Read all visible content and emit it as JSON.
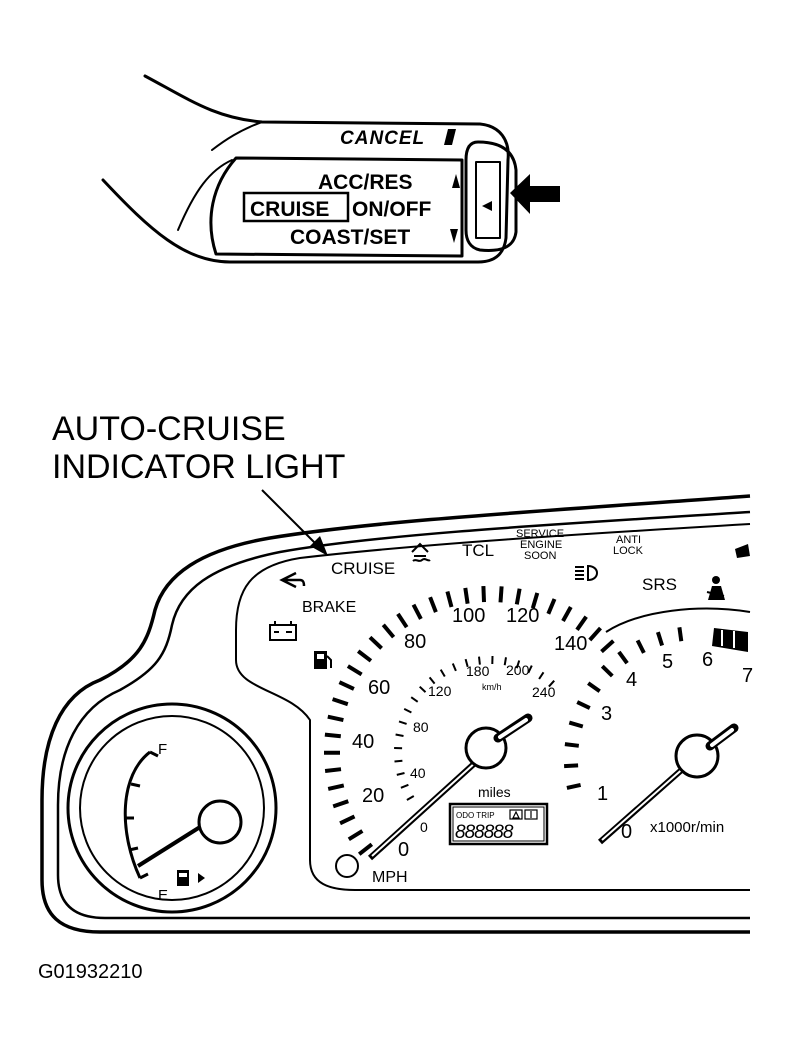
{
  "stalk": {
    "cancel_label": "CANCEL",
    "acc_res_label": "ACC/RES",
    "cruise_label": "CRUISE",
    "on_off_label": "ON/OFF",
    "coast_set_label": "COAST/SET"
  },
  "callout": {
    "line1": "AUTO-CRUISE",
    "line2": "INDICATOR LIGHT"
  },
  "cluster": {
    "cruise_label": "CRUISE",
    "brake_label": "BRAKE",
    "tcl_label": "TCL",
    "service_line1": "SERVICE",
    "service_line2": "ENGINE",
    "service_line3": "SOON",
    "anti_line1": "ANTI",
    "anti_line2": "LOCK",
    "srs_label": "SRS",
    "fuel_f": "F",
    "fuel_e": "E",
    "mph_unit": "MPH",
    "kmh_unit": "km/h",
    "miles_label": "miles",
    "odo_trip_label": "ODO TRIP",
    "odometer_value": "888888",
    "rpm_unit": "x1000r/min",
    "mph_ticks": [
      "0",
      "20",
      "40",
      "60",
      "80",
      "100",
      "120",
      "140"
    ],
    "kmh_ticks": [
      "0",
      "40",
      "80",
      "120",
      "180",
      "200",
      "240"
    ],
    "rpm_ticks": [
      "0",
      "1",
      "3",
      "4",
      "5",
      "6",
      "7"
    ]
  },
  "figure_code": "G01932210"
}
